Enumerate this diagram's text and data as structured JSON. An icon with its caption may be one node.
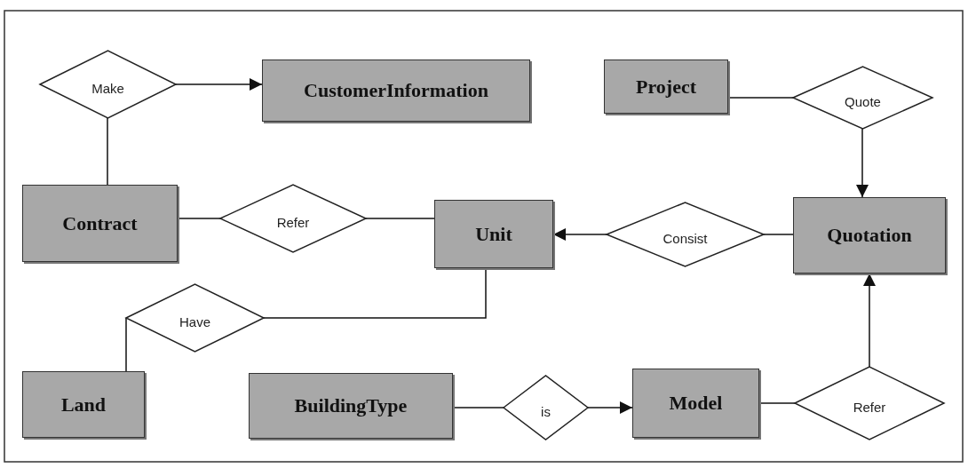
{
  "diagram": {
    "nodes": [
      {
        "text": [
          "Make"
        ]
      },
      {
        "text": [
          "CustomerInformation"
        ]
      },
      {
        "text": [
          "Project"
        ]
      },
      {
        "text": [
          "Quote"
        ]
      },
      {
        "text": [
          "Contract"
        ]
      },
      {
        "text": [
          "Refer"
        ]
      },
      {
        "text": [
          "Unit"
        ]
      },
      {
        "text": [
          "Consist"
        ]
      },
      {
        "text": [
          "Quotation"
        ]
      },
      {
        "text": [
          "Have"
        ]
      },
      {
        "text": [
          "Land"
        ]
      },
      {
        "text": [
          "BuildingType"
        ]
      },
      {
        "text": [
          "is"
        ]
      },
      {
        "text": [
          "Model"
        ]
      },
      {
        "text": [
          "Refer"
        ]
      }
    ],
    "edges": [
      {
        "from": 0,
        "to": 1,
        "arrow": "to"
      },
      {
        "from": 0,
        "to": 4,
        "arrow": "none"
      },
      {
        "from": 2,
        "to": 3,
        "arrow": "none"
      },
      {
        "from": 3,
        "to": 8,
        "arrow": "to"
      },
      {
        "from": 4,
        "to": 5,
        "arrow": "none"
      },
      {
        "from": 5,
        "to": 6,
        "arrow": "none"
      },
      {
        "from": 7,
        "to": 6,
        "arrow": "to"
      },
      {
        "from": 8,
        "to": 7,
        "arrow": "none"
      },
      {
        "from": 6,
        "to": 9,
        "arrow": "none"
      },
      {
        "from": 9,
        "to": 10,
        "arrow": "none"
      },
      {
        "from": 11,
        "to": 12,
        "arrow": "none"
      },
      {
        "from": 12,
        "to": 13,
        "arrow": "to"
      },
      {
        "from": 13,
        "to": 14,
        "arrow": "none"
      },
      {
        "from": 14,
        "to": 8,
        "arrow": "to"
      }
    ]
  }
}
